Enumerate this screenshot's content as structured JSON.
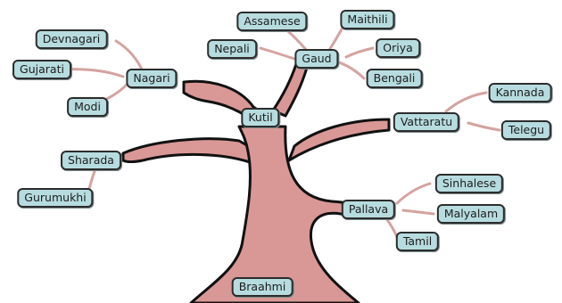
{
  "diagram": {
    "trunk_color": "#d99896",
    "node_color": "#b7dcdf",
    "nodes": {
      "brahmi": "Braahmi",
      "kutil": "Kutil",
      "nagari": "Nagari",
      "gaud": "Gaud",
      "vattaratu": "Vattaratu",
      "sharada": "Sharada",
      "pallava": "Pallava",
      "devnagari": "Devnagari",
      "gujarati": "Gujarati",
      "modi": "Modi",
      "assamese": "Assamese",
      "maithili": "Maithili",
      "nepali": "Nepali",
      "oriya": "Oriya",
      "bengali": "Bengali",
      "kannada": "Kannada",
      "telegu": "Telegu",
      "gurumukhi": "Gurumukhi",
      "sinhalese": "Sinhalese",
      "malyalam": "Malyalam",
      "tamil": "Tamil"
    }
  }
}
